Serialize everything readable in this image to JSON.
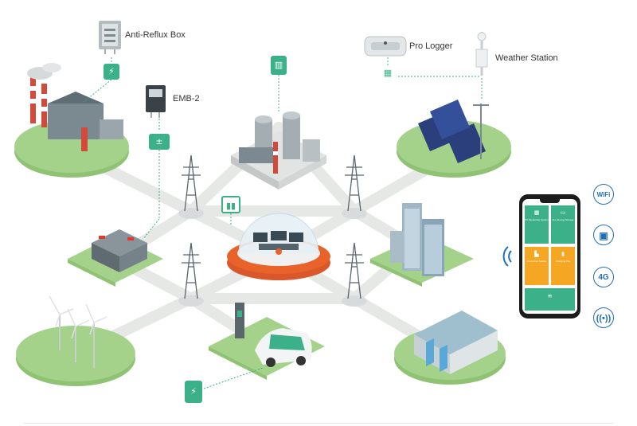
{
  "labels": {
    "anti_reflux_box": "Anti-Reflux Box",
    "emb2": "EMB-2",
    "pro_logger": "Pro Logger",
    "weather_station": "Weather Station"
  },
  "phone": {
    "tiles": [
      {
        "label": "PV Monitoring System",
        "color": "#3cb088",
        "icon": "solar-icon"
      },
      {
        "label": "ALL Energy Storage",
        "color": "#3cb088",
        "icon": "battery-icon"
      },
      {
        "label": "Production Station",
        "color": "#f5a623",
        "icon": "factory-icon"
      },
      {
        "label": "Charging Pile",
        "color": "#f5a623",
        "icon": "charger-icon"
      },
      {
        "label": "",
        "color": "#3cb088",
        "icon": "industry-wifi-icon"
      }
    ]
  },
  "connectivity": {
    "wifi": "WiFi",
    "ethernet": "",
    "cellular": "4G",
    "radio": ""
  },
  "colors": {
    "accent_green": "#3cb088",
    "platform_green": "#a5d28a",
    "accent_orange": "#f5a623",
    "dome_orange": "#e8622a",
    "signal_blue": "#1e6fb8"
  }
}
